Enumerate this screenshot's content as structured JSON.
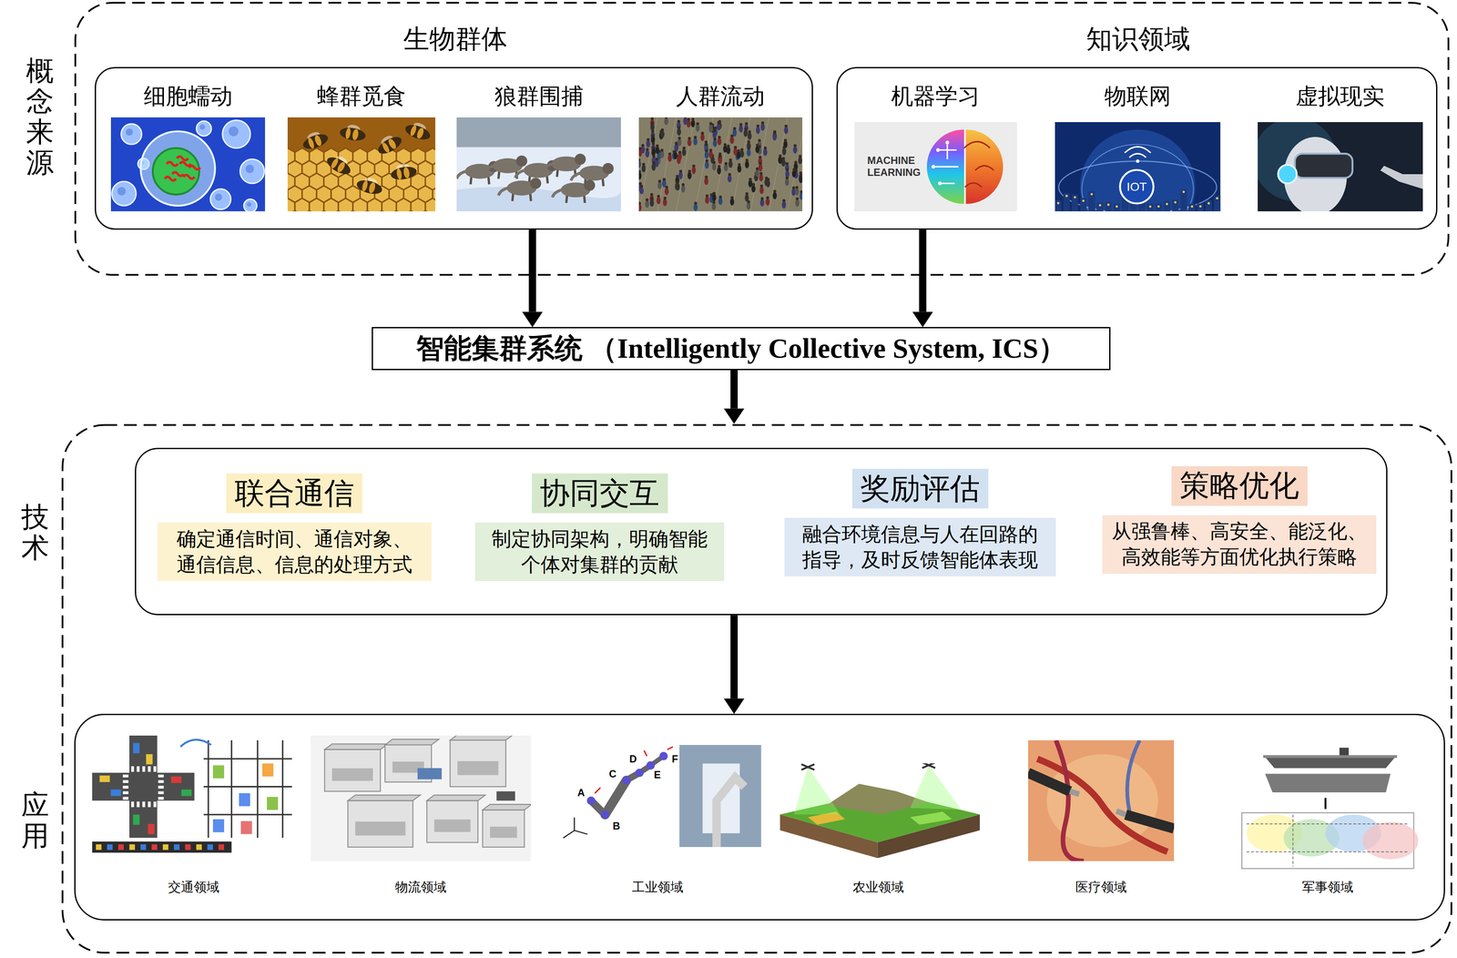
{
  "diagram": {
    "nodes": [
      {
        "text": [
          "概念来源"
        ]
      },
      {
        "text": [
          "生物群体"
        ],
        "in": 0
      },
      {
        "text": [
          "细胞蠕动"
        ],
        "in": 1
      },
      {
        "text": [
          "蜂群觅食"
        ],
        "in": 1
      },
      {
        "text": [
          "狼群围捕"
        ],
        "in": 1
      },
      {
        "text": [
          "人群流动"
        ],
        "in": 1
      },
      {
        "text": [
          "知识领域"
        ],
        "in": 0
      },
      {
        "text": [
          "机器学习"
        ],
        "in": 6
      },
      {
        "text": [
          "物联网"
        ],
        "in": 6
      },
      {
        "text": [
          "虚拟现实"
        ],
        "in": 6
      },
      {
        "text": [
          "智能集群系统 （Intelligently Collective System, ICS）"
        ]
      },
      {
        "text": [
          "技术",
          "应用"
        ]
      },
      {
        "text": [],
        "in": 11
      },
      {
        "text": [
          "联合通信",
          "确定通信时间、通信对象、 通信信息、信息的处理方式"
        ],
        "in": 12
      },
      {
        "text": [
          "协同交互",
          "制定协同架构，明确智能 个体对集群的贡献"
        ],
        "in": 12
      },
      {
        "text": [
          "奖励评估",
          "融合环境信息与人在回路的 指导，及时反馈智能体表现"
        ],
        "in": 12
      },
      {
        "text": [
          "策略优化",
          "从强鲁棒、高安全、能泛化、 高效能等方面优化执行策略"
        ],
        "in": 12
      },
      {
        "text": [],
        "in": 11
      },
      {
        "text": [
          "交通领域"
        ],
        "in": 17
      },
      {
        "text": [
          "物流领域"
        ],
        "in": 17
      },
      {
        "text": [
          "工业领域"
        ],
        "in": 17
      },
      {
        "text": [
          "农业领域"
        ],
        "in": 17
      },
      {
        "text": [
          "医疗领域"
        ],
        "in": 17
      },
      {
        "text": [
          "军事领域"
        ],
        "in": 17
      }
    ],
    "edges": [
      {
        "from": 1,
        "to": 10,
        "arrow": "to"
      },
      {
        "from": 6,
        "to": 10,
        "arrow": "to"
      },
      {
        "from": 10,
        "to": 11,
        "arrow": "to"
      },
      {
        "from": 12,
        "to": 17,
        "arrow": "to"
      }
    ],
    "labels": [
      "MACHINE LEARNING",
      "IOT",
      "A",
      "B",
      "C",
      "D",
      "E",
      "F"
    ]
  }
}
